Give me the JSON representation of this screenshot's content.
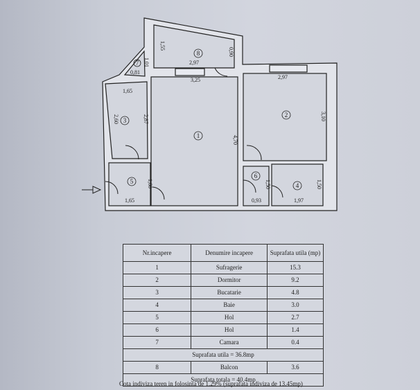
{
  "plan": {
    "rooms": [
      "1",
      "2",
      "3",
      "4",
      "5",
      "6",
      "7",
      "8"
    ],
    "dimensions": {
      "r8_width": "2,97",
      "r8_left": "1,55",
      "r8_right": "0,90",
      "r7_h": "1,01",
      "r7_w": "0,81",
      "r3_width": "1,65",
      "r3_left": "2,60",
      "r3_right": "2,87",
      "r1_width": "3,25",
      "r1_height": "4,70",
      "r2_width": "2,97",
      "r2_height": "3,10",
      "r5_width": "1,65",
      "r5_height": "1,60",
      "r6_width": "0,93",
      "r6_height": "1,50",
      "r4_width": "1,97",
      "r4_height": "1,50"
    }
  },
  "table": {
    "headers": [
      "Nr.incapere",
      "Denumire incapere",
      "Suprafata utila (mp)"
    ],
    "rows": [
      {
        "nr": "1",
        "name": "Sufragerie",
        "area": "15.3"
      },
      {
        "nr": "2",
        "name": "Dormitor",
        "area": "9.2"
      },
      {
        "nr": "3",
        "name": "Bucatarie",
        "area": "4.8"
      },
      {
        "nr": "4",
        "name": "Baie",
        "area": "3.0"
      },
      {
        "nr": "5",
        "name": "Hol",
        "area": "2.7"
      },
      {
        "nr": "6",
        "name": "Hol",
        "area": "1.4"
      },
      {
        "nr": "7",
        "name": "Camara",
        "area": "0.4"
      }
    ],
    "subtotal": "Suprafata utila = 36.8mp",
    "balcony": {
      "nr": "8",
      "name": "Balcon",
      "area": "3.6"
    },
    "total": "Suprafata  totala = 40.4mp",
    "note": "Cota indiviza teren in folosinta de 1.29% (suprafata indiviza de 13.45mp)"
  }
}
